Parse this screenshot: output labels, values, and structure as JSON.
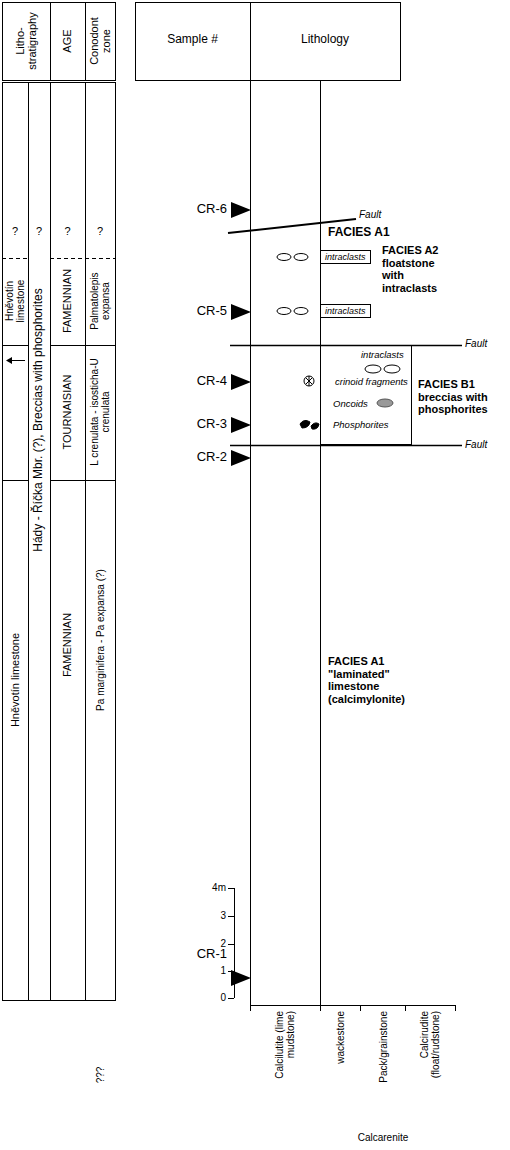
{
  "diagram": {
    "nodes": [
      {
        "text": [
          "intraclasts"
        ]
      },
      {
        "text": [
          "intraclasts"
        ]
      },
      {
        "text": [
          "intraclasts",
          "crinoid fragments",
          "Oncoids",
          "Phosphorites"
        ]
      }
    ],
    "labels": [
      "Litho-stratigraphy",
      "AGE",
      "Conodont zone",
      "Sample #",
      "Lithology",
      "?",
      "?",
      "?",
      "?",
      "Hněvotín limestone",
      "Hády - Říčka Mbr. (?), Breccias with phosphorites",
      "FAMENNIAN",
      "Palmatolepis expansa",
      "Hněvotín limestone",
      "TOURNAISIAN",
      "L crenulata - isosticha-U crenulata",
      "FAMENNIAN",
      "Pa marginifera - Pa expansa (?)",
      "???",
      "CR-6",
      "CR-5",
      "CR-4",
      "CR-3",
      "CR-2",
      "CR-1",
      "Fault",
      "Fault",
      "Fault",
      "FACIES A1",
      "FACIES A2 floatstone with intraclasts",
      "FACIES B1 breccias with phosphorites",
      "FACIES A1 \"laminated\" limestone (calcimylonite)",
      "4m",
      "3",
      "2",
      "1",
      "0",
      "Calcilutite (lime mudstone)",
      "wackestone",
      "Pack/grainstone",
      "Calcirudite (float/rudstone)",
      "Calcarenite"
    ]
  }
}
